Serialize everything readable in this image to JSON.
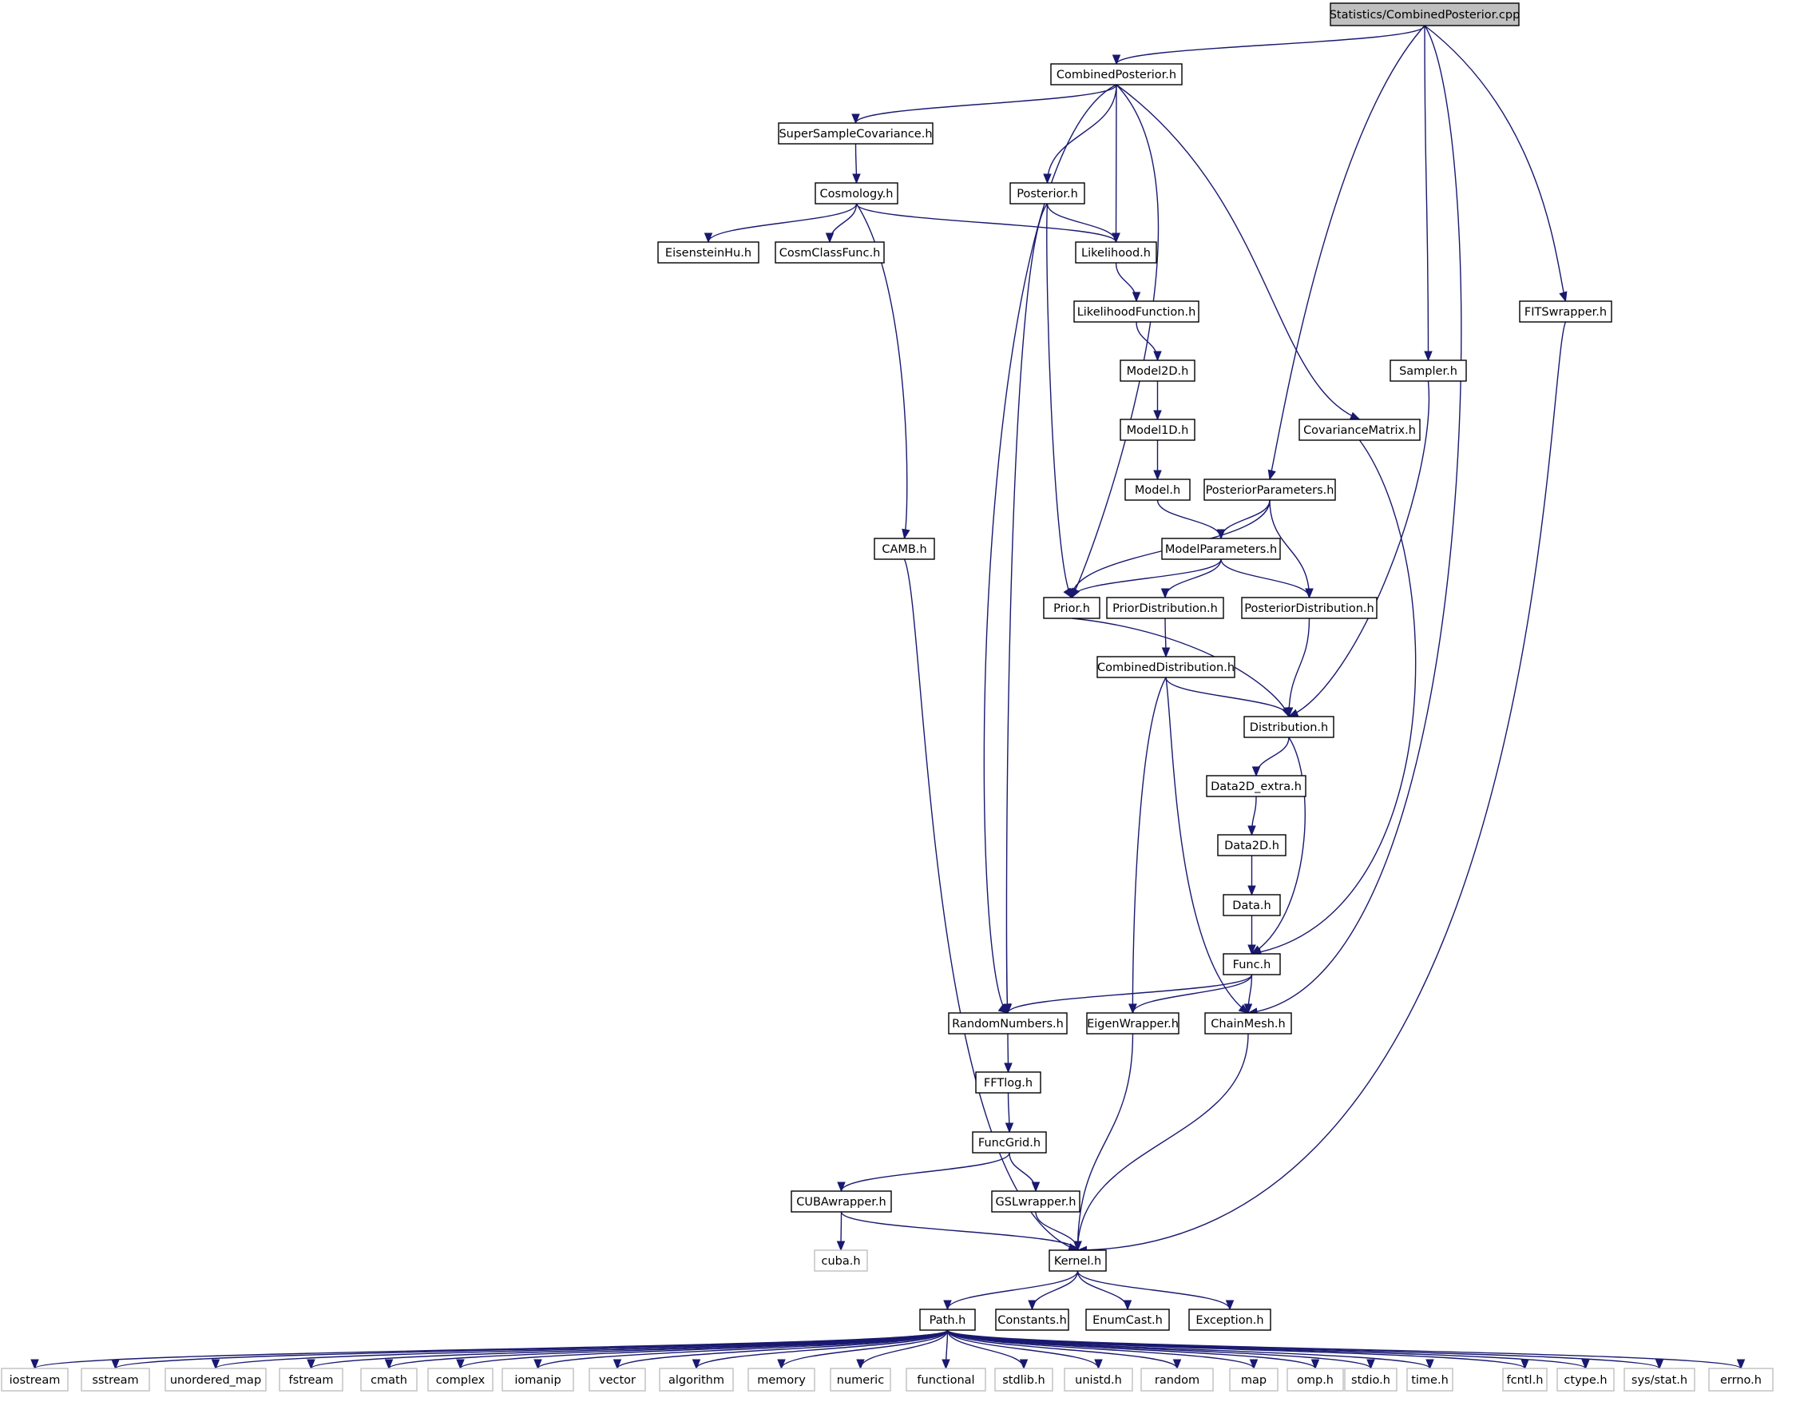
{
  "graph": {
    "root": "Statistics/CombinedPosterior.cpp",
    "nodes": [
      {
        "id": "root",
        "label": "Statistics/CombinedPosterior.cpp",
        "kind": "root"
      },
      {
        "id": "combinedposterior",
        "label": "CombinedPosterior.h",
        "kind": "header"
      },
      {
        "id": "supersample",
        "label": "SuperSampleCovariance.h",
        "kind": "header"
      },
      {
        "id": "cosmology",
        "label": "Cosmology.h",
        "kind": "header"
      },
      {
        "id": "eisenstein",
        "label": "EisensteinHu.h",
        "kind": "header"
      },
      {
        "id": "cosmclass",
        "label": "CosmClassFunc.h",
        "kind": "header"
      },
      {
        "id": "posterior",
        "label": "Posterior.h",
        "kind": "header"
      },
      {
        "id": "likelihood",
        "label": "Likelihood.h",
        "kind": "header"
      },
      {
        "id": "likelihoodfunction",
        "label": "LikelihoodFunction.h",
        "kind": "header"
      },
      {
        "id": "model2d",
        "label": "Model2D.h",
        "kind": "header"
      },
      {
        "id": "model1d",
        "label": "Model1D.h",
        "kind": "header"
      },
      {
        "id": "model",
        "label": "Model.h",
        "kind": "header"
      },
      {
        "id": "fitswrapper",
        "label": "FITSwrapper.h",
        "kind": "header"
      },
      {
        "id": "sampler",
        "label": "Sampler.h",
        "kind": "header"
      },
      {
        "id": "covariance",
        "label": "CovarianceMatrix.h",
        "kind": "header"
      },
      {
        "id": "posteriorparams",
        "label": "PosteriorParameters.h",
        "kind": "header"
      },
      {
        "id": "modelparams",
        "label": "ModelParameters.h",
        "kind": "header"
      },
      {
        "id": "camb",
        "label": "CAMB.h",
        "kind": "header"
      },
      {
        "id": "prior",
        "label": "Prior.h",
        "kind": "header"
      },
      {
        "id": "priordist",
        "label": "PriorDistribution.h",
        "kind": "header"
      },
      {
        "id": "posteriordist",
        "label": "PosteriorDistribution.h",
        "kind": "header"
      },
      {
        "id": "combineddist",
        "label": "CombinedDistribution.h",
        "kind": "header"
      },
      {
        "id": "distribution",
        "label": "Distribution.h",
        "kind": "header"
      },
      {
        "id": "data2dextra",
        "label": "Data2D_extra.h",
        "kind": "header"
      },
      {
        "id": "data2d",
        "label": "Data2D.h",
        "kind": "header"
      },
      {
        "id": "data",
        "label": "Data.h",
        "kind": "header"
      },
      {
        "id": "func",
        "label": "Func.h",
        "kind": "header"
      },
      {
        "id": "randomnumbers",
        "label": "RandomNumbers.h",
        "kind": "header"
      },
      {
        "id": "eigenwrapper",
        "label": "EigenWrapper.h",
        "kind": "header"
      },
      {
        "id": "chainmesh",
        "label": "ChainMesh.h",
        "kind": "header"
      },
      {
        "id": "fftlog",
        "label": "FFTlog.h",
        "kind": "header"
      },
      {
        "id": "funcgrid",
        "label": "FuncGrid.h",
        "kind": "header"
      },
      {
        "id": "cubawrapper",
        "label": "CUBAwrapper.h",
        "kind": "header"
      },
      {
        "id": "gslwrapper",
        "label": "GSLwrapper.h",
        "kind": "header"
      },
      {
        "id": "cuba",
        "label": "cuba.h",
        "kind": "system"
      },
      {
        "id": "kernel",
        "label": "Kernel.h",
        "kind": "header"
      },
      {
        "id": "path",
        "label": "Path.h",
        "kind": "header"
      },
      {
        "id": "constants",
        "label": "Constants.h",
        "kind": "header"
      },
      {
        "id": "enumcast",
        "label": "EnumCast.h",
        "kind": "header"
      },
      {
        "id": "exception",
        "label": "Exception.h",
        "kind": "header"
      },
      {
        "id": "iostream",
        "label": "iostream",
        "kind": "system"
      },
      {
        "id": "sstream",
        "label": "sstream",
        "kind": "system"
      },
      {
        "id": "unordered_map",
        "label": "unordered_map",
        "kind": "system"
      },
      {
        "id": "fstream",
        "label": "fstream",
        "kind": "system"
      },
      {
        "id": "cmath",
        "label": "cmath",
        "kind": "system"
      },
      {
        "id": "complex",
        "label": "complex",
        "kind": "system"
      },
      {
        "id": "iomanip",
        "label": "iomanip",
        "kind": "system"
      },
      {
        "id": "vector",
        "label": "vector",
        "kind": "system"
      },
      {
        "id": "algorithm",
        "label": "algorithm",
        "kind": "system"
      },
      {
        "id": "memory",
        "label": "memory",
        "kind": "system"
      },
      {
        "id": "numeric",
        "label": "numeric",
        "kind": "system"
      },
      {
        "id": "functional",
        "label": "functional",
        "kind": "system"
      },
      {
        "id": "stdlib",
        "label": "stdlib.h",
        "kind": "system"
      },
      {
        "id": "unistd",
        "label": "unistd.h",
        "kind": "system"
      },
      {
        "id": "random",
        "label": "random",
        "kind": "system"
      },
      {
        "id": "map",
        "label": "map",
        "kind": "system"
      },
      {
        "id": "omp",
        "label": "omp.h",
        "kind": "system"
      },
      {
        "id": "stdio",
        "label": "stdio.h",
        "kind": "system"
      },
      {
        "id": "time",
        "label": "time.h",
        "kind": "system"
      },
      {
        "id": "fcntl",
        "label": "fcntl.h",
        "kind": "system"
      },
      {
        "id": "ctype",
        "label": "ctype.h",
        "kind": "system"
      },
      {
        "id": "sysstat",
        "label": "sys/stat.h",
        "kind": "system"
      },
      {
        "id": "errno",
        "label": "errno.h",
        "kind": "system"
      }
    ],
    "edges": [
      [
        "root",
        "combinedposterior"
      ],
      [
        "root",
        "posteriorparams"
      ],
      [
        "root",
        "sampler"
      ],
      [
        "root",
        "chainmesh"
      ],
      [
        "root",
        "fitswrapper"
      ],
      [
        "combinedposterior",
        "supersample"
      ],
      [
        "combinedposterior",
        "randomnumbers"
      ],
      [
        "combinedposterior",
        "posterior"
      ],
      [
        "combinedposterior",
        "likelihood"
      ],
      [
        "combinedposterior",
        "prior"
      ],
      [
        "combinedposterior",
        "covariance"
      ],
      [
        "supersample",
        "cosmology"
      ],
      [
        "cosmology",
        "eisenstein"
      ],
      [
        "cosmology",
        "cosmclass"
      ],
      [
        "cosmology",
        "likelihood"
      ],
      [
        "cosmology",
        "camb"
      ],
      [
        "posterior",
        "likelihood"
      ],
      [
        "posterior",
        "prior"
      ],
      [
        "posterior",
        "randomnumbers"
      ],
      [
        "likelihood",
        "likelihoodfunction"
      ],
      [
        "likelihoodfunction",
        "model2d"
      ],
      [
        "model2d",
        "model1d"
      ],
      [
        "model1d",
        "model"
      ],
      [
        "model",
        "modelparams"
      ],
      [
        "fitswrapper",
        "kernel"
      ],
      [
        "sampler",
        "distribution"
      ],
      [
        "covariance",
        "func"
      ],
      [
        "posteriorparams",
        "modelparams"
      ],
      [
        "posteriorparams",
        "prior"
      ],
      [
        "posteriorparams",
        "posteriordist"
      ],
      [
        "modelparams",
        "prior"
      ],
      [
        "modelparams",
        "priordist"
      ],
      [
        "modelparams",
        "posteriordist"
      ],
      [
        "camb",
        "kernel"
      ],
      [
        "prior",
        "distribution"
      ],
      [
        "priordist",
        "combineddist"
      ],
      [
        "posteriordist",
        "distribution"
      ],
      [
        "combineddist",
        "distribution"
      ],
      [
        "combineddist",
        "eigenwrapper"
      ],
      [
        "combineddist",
        "chainmesh"
      ],
      [
        "distribution",
        "data2dextra"
      ],
      [
        "distribution",
        "func"
      ],
      [
        "data2dextra",
        "data2d"
      ],
      [
        "data2d",
        "data"
      ],
      [
        "data",
        "func"
      ],
      [
        "func",
        "randomnumbers"
      ],
      [
        "func",
        "eigenwrapper"
      ],
      [
        "func",
        "chainmesh"
      ],
      [
        "randomnumbers",
        "fftlog"
      ],
      [
        "fftlog",
        "funcgrid"
      ],
      [
        "funcgrid",
        "cubawrapper"
      ],
      [
        "funcgrid",
        "gslwrapper"
      ],
      [
        "cubawrapper",
        "cuba"
      ],
      [
        "cubawrapper",
        "kernel"
      ],
      [
        "gslwrapper",
        "kernel"
      ],
      [
        "eigenwrapper",
        "kernel"
      ],
      [
        "chainmesh",
        "kernel"
      ],
      [
        "kernel",
        "path"
      ],
      [
        "kernel",
        "constants"
      ],
      [
        "kernel",
        "enumcast"
      ],
      [
        "kernel",
        "exception"
      ],
      [
        "path",
        "iostream"
      ],
      [
        "path",
        "sstream"
      ],
      [
        "path",
        "unordered_map"
      ],
      [
        "path",
        "fstream"
      ],
      [
        "path",
        "cmath"
      ],
      [
        "path",
        "complex"
      ],
      [
        "path",
        "iomanip"
      ],
      [
        "path",
        "vector"
      ],
      [
        "path",
        "algorithm"
      ],
      [
        "path",
        "memory"
      ],
      [
        "path",
        "numeric"
      ],
      [
        "path",
        "functional"
      ],
      [
        "path",
        "stdlib"
      ],
      [
        "path",
        "unistd"
      ],
      [
        "path",
        "random"
      ],
      [
        "path",
        "map"
      ],
      [
        "path",
        "omp"
      ],
      [
        "path",
        "stdio"
      ],
      [
        "path",
        "time"
      ],
      [
        "path",
        "fcntl"
      ],
      [
        "path",
        "ctype"
      ],
      [
        "path",
        "sysstat"
      ],
      [
        "path",
        "errno"
      ]
    ]
  },
  "colors": {
    "edge": "#191970",
    "root_fill": "#bfbfbf",
    "node_stroke": "#000000",
    "system_stroke": "#bfbfbf"
  }
}
